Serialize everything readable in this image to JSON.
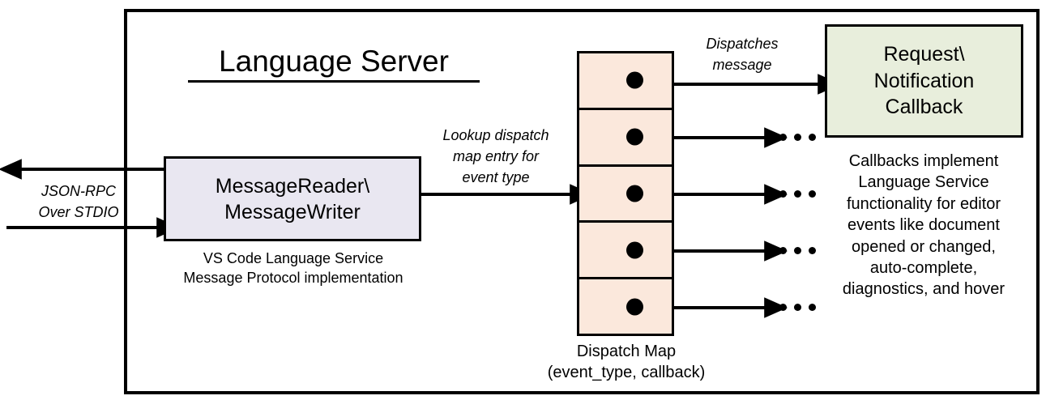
{
  "diagram": {
    "title": "Language Server",
    "external_io": {
      "label": "JSON-RPC\nOver STDIO",
      "outbound_arrow": "arrow-left-json-rpc-out",
      "inbound_arrow": "arrow-right-json-rpc-in"
    },
    "message_io": {
      "title": "MessageReader\\\nMessageWriter",
      "caption": "VS Code Language Service\nMessage Protocol implementation",
      "fill": "#E9E7F1"
    },
    "lookup_edge": {
      "label": "Lookup dispatch\nmap entry for\nevent type"
    },
    "dispatch_map": {
      "caption": "Dispatch Map\n(event_type, callback)",
      "fill": "#FBE8DC",
      "row_count": 5,
      "rows": [
        {
          "name": "dispatch-map-row-1",
          "has_dot": true,
          "target": "callback-box"
        },
        {
          "name": "dispatch-map-row-2",
          "has_dot": true,
          "target": "ellipsis"
        },
        {
          "name": "dispatch-map-row-3",
          "has_dot": true,
          "target": "ellipsis"
        },
        {
          "name": "dispatch-map-row-4",
          "has_dot": true,
          "target": "ellipsis"
        },
        {
          "name": "dispatch-map-row-5",
          "has_dot": true,
          "target": "ellipsis"
        }
      ]
    },
    "dispatch_edge": {
      "label": "Dispatches\nmessage"
    },
    "callback": {
      "title": "Request\\\nNotification\nCallback",
      "caption": "Callbacks implement\nLanguage Service\nfunctionality for editor\nevents like document\nopened or changed,\nauto-complete,\ndiagnostics, and hover",
      "fill": "#E8EEDC"
    },
    "colors": {
      "stroke": "#000000",
      "background": "#FFFFFF"
    }
  }
}
